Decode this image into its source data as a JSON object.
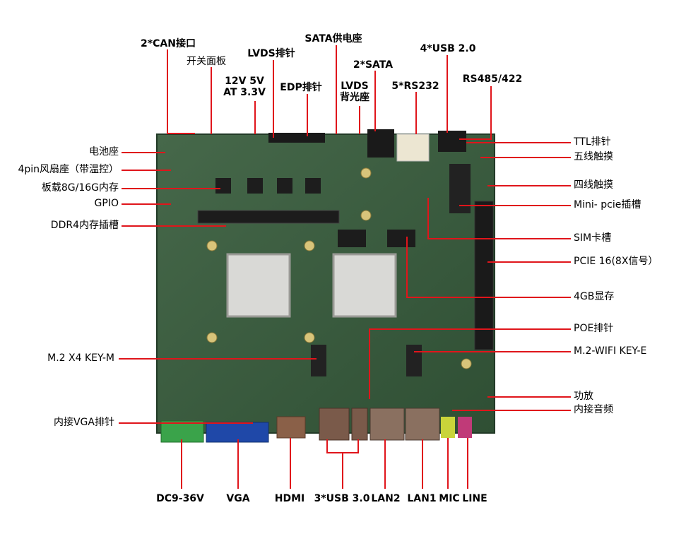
{
  "colors": {
    "board": "#3c5f3f",
    "leader": "#e0151b",
    "text": "#000000"
  },
  "labels": {
    "can": "2*CAN接口",
    "switch_panel": "开关面板",
    "power_pins": "12V 5V\nAT 3.3V",
    "lvds_pins": "LVDS排针",
    "edp_pins": "EDP排针",
    "sata_power": "SATA供电座",
    "lvds_backlight": "LVDS\n背光座",
    "sata": "2*SATA",
    "rs232": "5*RS232",
    "usb20": "4*USB 2.0",
    "rs485": "RS485/422",
    "battery": "电池座",
    "fan": "4pin风扇座（带温控）",
    "onboard_mem": "板载8G/16G内存",
    "gpio": "GPIO",
    "ddr4": "DDR4内存插槽",
    "m2_keym": "M.2  X4  KEY-M",
    "vga_pins": "内接VGA排针",
    "ttl": "TTL排针",
    "touch5": "五线触摸",
    "touch4": "四线触摸",
    "minipcie": "Mini- pcie插槽",
    "sim": "SIM卡槽",
    "pcie16": "PCIE 16(8X信号）",
    "vram": "4GB显存",
    "poe": "POE排针",
    "m2_wifi": "M.2-WIFI  KEY-E",
    "amp": "功放",
    "audio": "内接音频",
    "dc": "DC9-36V",
    "vga": "VGA",
    "hdmi": "HDMI",
    "usb30": "3*USB 3.0",
    "lan2": "LAN2",
    "lan1": "LAN1",
    "mic": "MIC",
    "line": "LINE"
  }
}
